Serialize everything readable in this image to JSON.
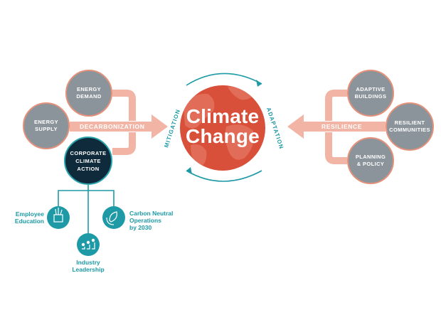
{
  "center": {
    "title_line1": "Climate",
    "title_line2": "Change"
  },
  "side_labels": {
    "left": "MITIGATION",
    "right": "ADAPTATION"
  },
  "arrows": {
    "left": "DECARBONIZATION",
    "right": "RESILIENCE"
  },
  "left_nodes": [
    {
      "label": "ENERGY\nDEMAND"
    },
    {
      "label": "ENERGY\nSUPPLY"
    },
    {
      "label": "CORPORATE\nCLIMATE\nACTION"
    }
  ],
  "right_nodes": [
    {
      "label": "ADAPTIVE\nBUILDINGS"
    },
    {
      "label": "RESILIENT\nCOMMUNITIES"
    },
    {
      "label": "PLANNING\n& POLICY"
    }
  ],
  "corporate_children": [
    {
      "label": "Employee\nEducation",
      "icon": "pencil-cup-icon"
    },
    {
      "label": "Industry\nLeadership",
      "icon": "people-growth-icon"
    },
    {
      "label": "Carbon Neutral\nOperations\nby 2030",
      "icon": "leaf-cycle-icon"
    }
  ],
  "colors": {
    "globe": "#d9503a",
    "arrow": "#f2b5a5",
    "node_grey": "#8c949b",
    "node_dark": "#0f2a3a",
    "teal": "#1d9aa5"
  }
}
